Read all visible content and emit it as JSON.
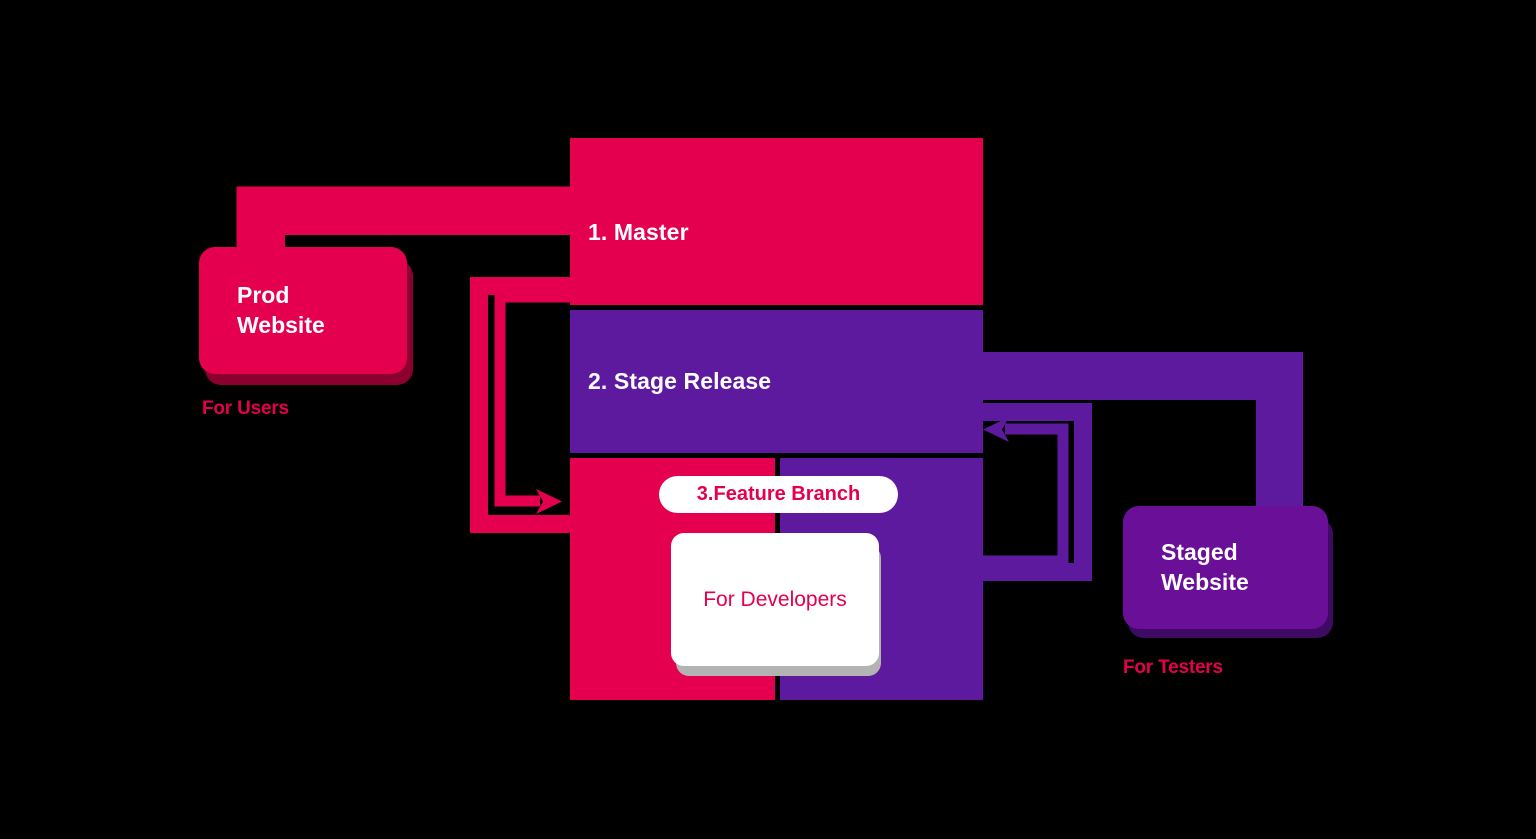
{
  "background_color": "#000000",
  "palette": {
    "pink": "#E4004F",
    "pink_shadow": "#8C0030",
    "purple": "#5E1A9E",
    "purple_card": "#6A1098",
    "purple_shadow": "#3D0B63",
    "white": "#FFFFFF",
    "card_shadow_gray": "#B3B3B3"
  },
  "branch_stack": {
    "segments": [
      {
        "label": "1. Master",
        "color": "#E4004F",
        "name": "master"
      },
      {
        "label": "2. Stage Release",
        "color": "#5E1A9E",
        "name": "stage-release"
      }
    ],
    "feature": {
      "pill_label": "3.Feature Branch",
      "pill_text_color": "#E4004F",
      "left_color": "#E4004F",
      "right_color": "#5E1A9E",
      "card_label": "For Developers",
      "card_text_color": "#E4004F"
    }
  },
  "endpoints": [
    {
      "name": "prod-website",
      "title": "Prod\nWebsite",
      "title_line1": "Prod",
      "title_line2": "Website",
      "caption": "For Users",
      "color": "#E4004F",
      "shadow_color": "#8C0030",
      "caption_color": "#E4004F"
    },
    {
      "name": "staged-website",
      "title": "Staged\nWebsite",
      "title_line1": "Staged",
      "title_line2": "Website",
      "caption": "For Testers",
      "color": "#6A1098",
      "shadow_color": "#3D0B63",
      "caption_color": "#E4004F"
    }
  ],
  "connectors": [
    {
      "name": "master-to-prod",
      "color": "#E4004F",
      "direction": "down-left",
      "has_arrowhead": false,
      "description": "Thick bracket from Master block left edge, leftward then down into Prod Website card top"
    },
    {
      "name": "feature-to-master-outer",
      "color": "#E4004F",
      "direction": "right",
      "has_arrowhead": false,
      "description": "Outer pink bracket looping left of the stack from Master down to Feature Branch"
    },
    {
      "name": "feature-to-master-inner",
      "color": "#E4004F",
      "direction": "right",
      "has_arrowhead": true,
      "arrow_points": "right",
      "description": "Inner pink bracket ending with a right-pointing arrowhead into the Feature Branch row"
    },
    {
      "name": "stage-to-staged",
      "color": "#5E1A9E",
      "direction": "down-right",
      "has_arrowhead": false,
      "description": "Thick purple bracket from Stage Release right edge, rightward then down into Staged Website card top"
    },
    {
      "name": "feature-to-stage-outer",
      "color": "#5E1A9E",
      "direction": "left",
      "has_arrowhead": false,
      "description": "Outer purple bracket looping right of the stack from Feature Branch up to Stage Release"
    },
    {
      "name": "feature-to-stage-inner",
      "color": "#5E1A9E",
      "direction": "left",
      "has_arrowhead": true,
      "arrow_points": "left",
      "description": "Inner purple bracket ending with a left-pointing arrowhead into the Stage Release row"
    }
  ]
}
